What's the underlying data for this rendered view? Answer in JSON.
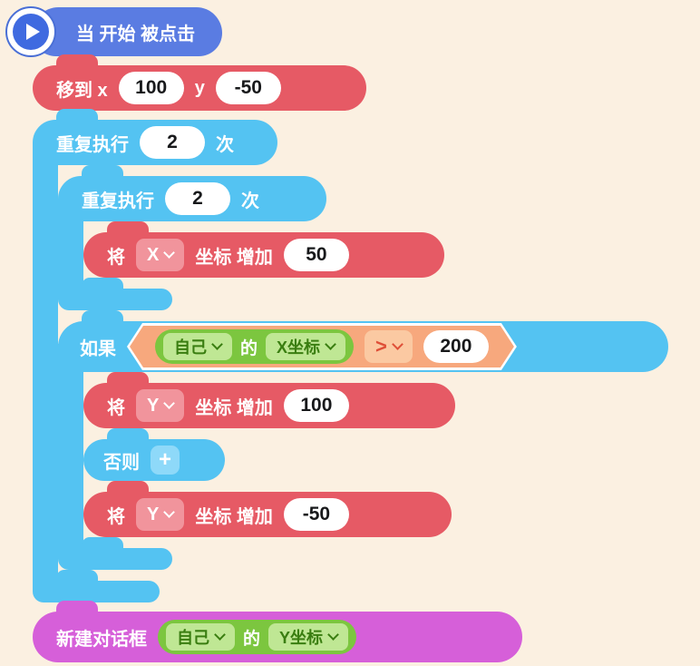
{
  "palette": {
    "background": "#fbf0e1",
    "hat_blue": "#5a7ce2",
    "control_blue": "#54c3f2",
    "motion_red": "#e65a65",
    "dropdown_red": "#f1949c",
    "reporter_green": "#7cc63f",
    "dropdown_green": "#bfe794",
    "compare_peach": "#f7a87d",
    "dropdown_peach": "#fbc9a2",
    "dialog_magenta": "#d65fd9",
    "plus_button_blue": "#8ed9f9"
  },
  "icons": {
    "play": "play-icon",
    "chevron": "chevron-down-icon",
    "plus": "plus-icon"
  },
  "script": {
    "start": {
      "label": "当 开始 被点击"
    },
    "move_to": {
      "label": "移到 x",
      "x_value": "100",
      "y_label": "y",
      "y_value": "-50"
    },
    "repeat_outer": {
      "label": "重复执行",
      "times": "2",
      "suffix": "次"
    },
    "repeat_inner": {
      "label": "重复执行",
      "times": "2",
      "suffix": "次"
    },
    "change_x": {
      "prefix": "将",
      "axis": "X",
      "mid": "坐标 增加",
      "value": "50"
    },
    "if_block": {
      "label": "如果",
      "condition": {
        "target": "自己",
        "of": "的",
        "property": "X坐标",
        "operator": ">",
        "value": "200"
      },
      "then_change": {
        "prefix": "将",
        "axis": "Y",
        "mid": "坐标 增加",
        "value": "100"
      },
      "else_label": "否则",
      "else_add": "+",
      "else_change": {
        "prefix": "将",
        "axis": "Y",
        "mid": "坐标 增加",
        "value": "-50"
      }
    },
    "new_dialog": {
      "label": "新建对话框",
      "target": "自己",
      "of": "的",
      "property": "Y坐标"
    }
  }
}
